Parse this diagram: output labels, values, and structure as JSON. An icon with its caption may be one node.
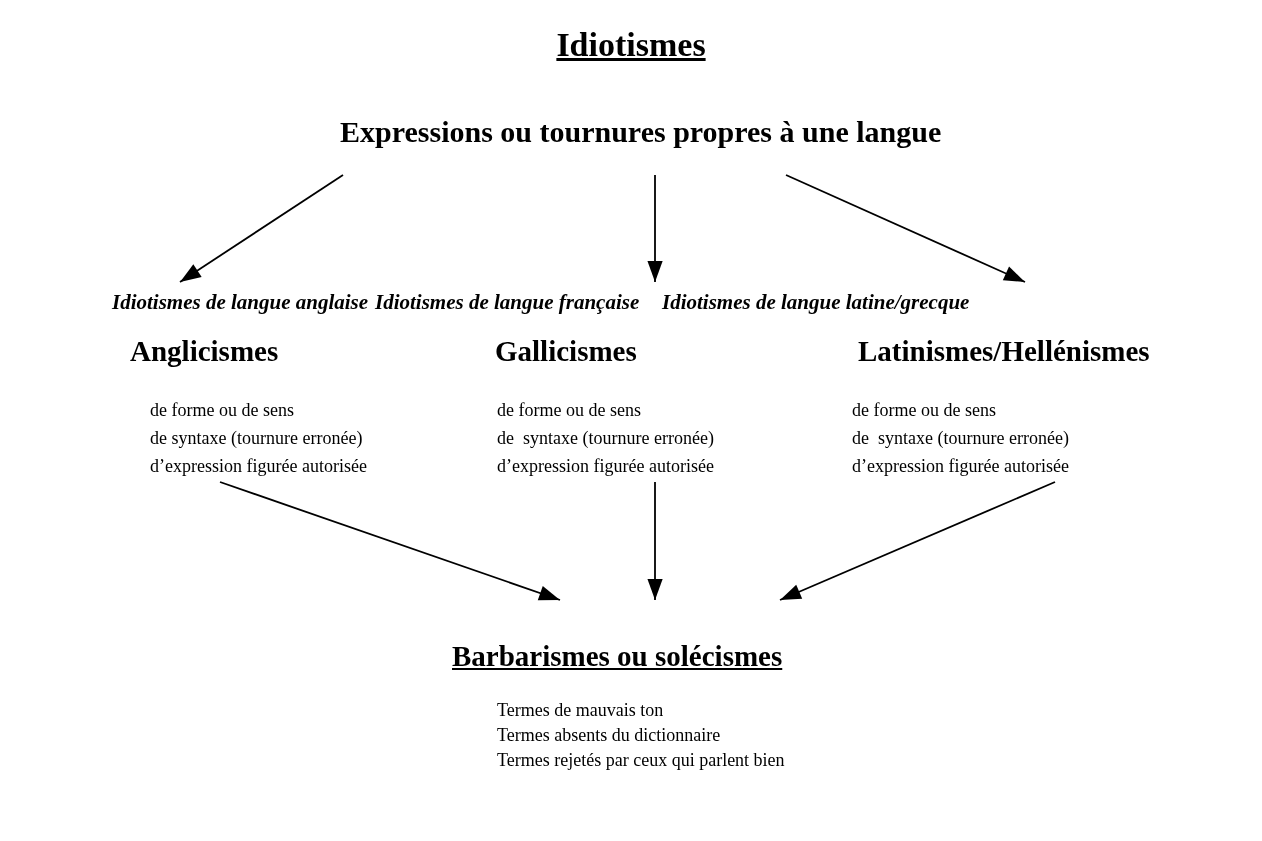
{
  "diagram": {
    "title": "Idiotismes",
    "nodes": [
      {
        "text": [
          "Expressions ou tournures propres à une langue"
        ]
      },
      {
        "text": [
          "Idiotismes de langue anglaise",
          "Anglicismes",
          "de forme ou de sens",
          "de syntaxe (tournure erronée)",
          "d’expression figurée autorisée"
        ]
      },
      {
        "text": [
          "Idiotismes de langue française",
          "Gallicismes",
          "de forme ou de sens",
          "de  syntaxe (tournure erronée)",
          "d’expression figurée autorisée"
        ]
      },
      {
        "text": [
          "Idiotismes de langue latine/grecque",
          "Latinismes/Hellénismes",
          "de forme ou de sens",
          "de  syntaxe (tournure erronée)",
          "d’expression figurée autorisée"
        ]
      },
      {
        "text": [
          "Barbarismes ou solécismes",
          "Termes de mauvais ton",
          "Termes absents du dictionnaire",
          "Termes rejetés par ceux qui parlent bien"
        ]
      }
    ],
    "edges": [
      {
        "from": 0,
        "to": 1,
        "arrow": "to"
      },
      {
        "from": 0,
        "to": 2,
        "arrow": "to"
      },
      {
        "from": 0,
        "to": 3,
        "arrow": "to"
      },
      {
        "from": 1,
        "to": 4,
        "arrow": "to"
      },
      {
        "from": 2,
        "to": 4,
        "arrow": "to"
      },
      {
        "from": 3,
        "to": 4,
        "arrow": "to"
      }
    ]
  }
}
